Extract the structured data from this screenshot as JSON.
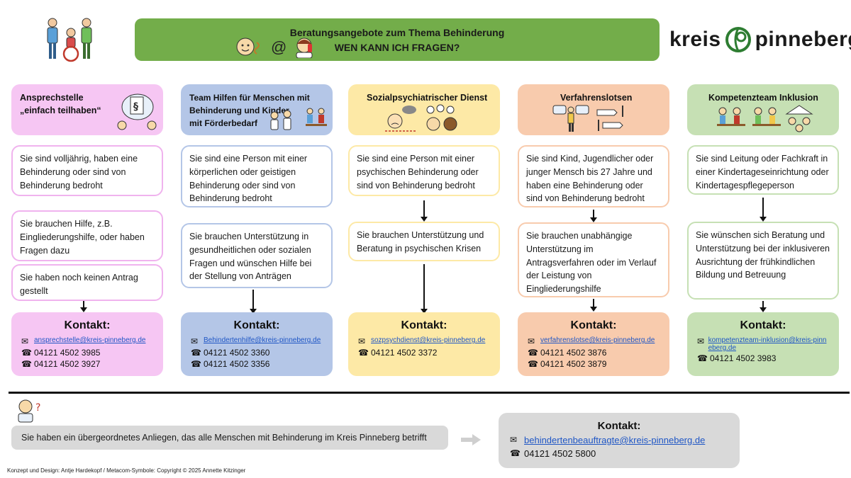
{
  "banner": {
    "title": "Beratungsangebote zum Thema Behinderung",
    "subtitle": "WEN KANN ICH FRAGEN?",
    "at_symbol": "@"
  },
  "logo": {
    "left": "kreis",
    "right": "pinneberg"
  },
  "columns": [
    {
      "title_line1": "Ansprechstelle",
      "title_line2": "„einfach teilhaben“",
      "title_line3": "",
      "box1": "Sie sind volljährig, haben eine Behinderung oder sind von Behinderung bedroht",
      "box2": "Sie brauchen Hilfe, z.B. Eingliederungshilfe, oder haben Fragen dazu",
      "box3": "Sie haben noch keinen Antrag gestellt",
      "contact_title": "Kontakt:",
      "email": "ansprechstelle@kreis-pinneberg.de",
      "phones": [
        "04121 4502 3985",
        "04121 4502 3927"
      ],
      "colors": {
        "header": "#f6c6f3",
        "border": "#f0b3ee",
        "contact": "#f6c6f3"
      }
    },
    {
      "title_line1": "Team Hilfen für Menschen mit",
      "title_line2": "Behinderung und Kinder",
      "title_line3": "mit Förderbedarf",
      "box1": "Sie sind eine Person mit einer körperlichen oder geistigen Behinderung oder sind von Behinderung bedroht",
      "box2": "Sie brauchen Unterstützung in gesundheitlichen oder sozialen Fragen und wünschen Hilfe bei der Stellung von Anträgen",
      "box3": "",
      "contact_title": "Kontakt:",
      "email": "Behindertenhilfe@kreis-pinneberg.de",
      "phones": [
        "04121 4502 3360",
        "04121 4502 3356"
      ],
      "colors": {
        "header": "#b4c6e7",
        "border": "#b4c6e7",
        "contact": "#b4c6e7"
      }
    },
    {
      "title_line1": "Sozialpsychiatrischer Dienst",
      "title_line2": "",
      "title_line3": "",
      "box1": "Sie sind eine Person mit einer psychischen Behinderung oder sind von Behinderung bedroht",
      "box2": "Sie brauchen Unterstützung und Beratung in psychischen Krisen",
      "box3": "",
      "contact_title": "Kontakt:",
      "email": "sozpsychdienst@kreis-pinneberg.de",
      "phones": [
        "04121 4502 3372"
      ],
      "colors": {
        "header": "#fde9a6",
        "border": "#fde9a6",
        "contact": "#fde9a6"
      }
    },
    {
      "title_line1": "Verfahrenslotsen",
      "title_line2": "",
      "title_line3": "",
      "box1": "Sie sind Kind, Jugendlicher oder junger Mensch bis 27 Jahre und haben eine Behinderung oder sind von Behinderung bedroht",
      "box2": "Sie brauchen unabhängige Unterstützung im Antragsverfahren oder im Verlauf der Leistung von Eingliederungshilfe",
      "box3": "",
      "contact_title": "Kontakt:",
      "email": "verfahrenslotse@kreis-pinneberg.de",
      "phones": [
        "04121 4502 3876",
        "04121 4502 3879"
      ],
      "colors": {
        "header": "#f8cbad",
        "border": "#f8cbad",
        "contact": "#f8cbad"
      }
    },
    {
      "title_line1": "Kompetenzteam Inklusion",
      "title_line2": "",
      "title_line3": "",
      "box1": "Sie sind Leitung oder Fachkraft in einer Kindertageseinrichtung oder Kindertagespflegeperson",
      "box2": "Sie wünschen sich Beratung und Unterstützung bei der inklusiveren Ausrichtung der frühkindlichen Bildung und Betreuung",
      "box3": "",
      "contact_title": "Kontakt:",
      "email": "kompetenzteam-inklusion@kreis-pinneberg.de",
      "phones": [
        "04121 4502 3983"
      ],
      "colors": {
        "header": "#c6e0b4",
        "border": "#c6e0b4",
        "contact": "#c6e0b4"
      }
    }
  ],
  "footer": {
    "concern": "Sie haben ein übergeordnetes Anliegen, das alle Menschen mit Behinderung im Kreis Pinneberg betrifft",
    "contact_title": "Kontakt:",
    "email": "behindertenbeauftragte@kreis-pinneberg.de",
    "phone": "04121  4502 5800",
    "credit": "Konzept und Design: Antje Hardekopf / Metacom-Symbole: Copyright © 2025 Annette Kitzinger"
  },
  "icons": {
    "people": "people-wheelchair-icon",
    "email": "envelope-icon",
    "phone": "telephone-icon",
    "arrow": "arrow-right-icon",
    "question": "person-question-icon"
  }
}
